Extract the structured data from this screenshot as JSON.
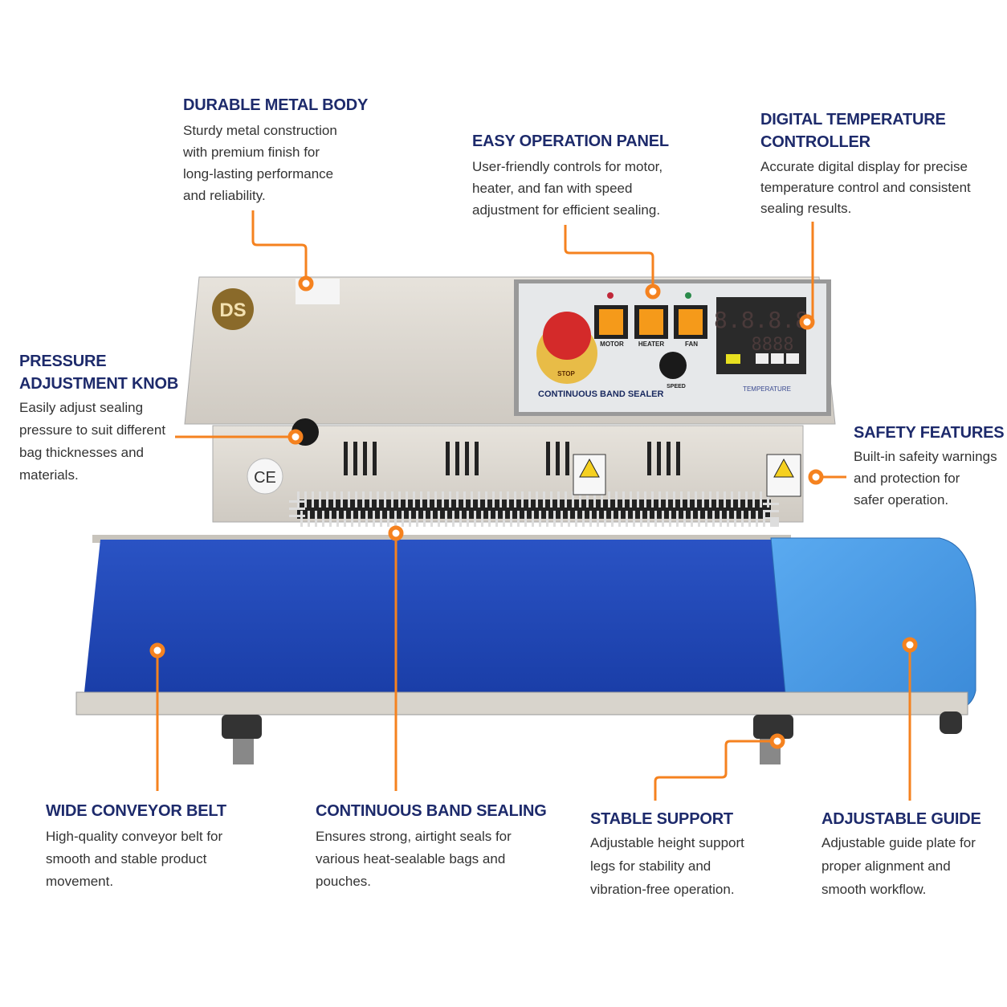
{
  "callouts": {
    "durable": {
      "title": "DURABLE METAL BODY",
      "lines": [
        "Sturdy metal construction",
        "with premium finish for",
        "long-lasting performance",
        "and reliability."
      ]
    },
    "panel": {
      "title": "EASY OPERATION PANEL",
      "lines": [
        "User-friendly controls for motor,",
        "heater, and fan with speed",
        "adjustment for efficient sealing."
      ]
    },
    "digital": {
      "title_lines": [
        "DIGITAL TEMPERATURE",
        "CONTROLLER"
      ],
      "lines": [
        "Accurate digital display for precise",
        "temperature control and consistent",
        "sealing results."
      ]
    },
    "pressure": {
      "title_lines": [
        "PRESSURE",
        "ADJUSTMENT KNOB"
      ],
      "lines": [
        "Easily adjust sealing",
        "pressure to suit different",
        "bag thicknesses and",
        "materials."
      ]
    },
    "safety": {
      "title": "SAFETY FEATURES",
      "lines": [
        "Built-in safeity warnings",
        "and protection for",
        "safer operation."
      ]
    },
    "belt": {
      "title": "WIDE CONVEYOR BELT",
      "lines": [
        "High-quality conveyor belt for",
        "smooth and stable product",
        "movement."
      ]
    },
    "sealing": {
      "title": "CONTINUOUS BAND SEALING",
      "lines": [
        "Ensures strong, airtight seals for",
        "various heat-sealable bags and",
        "pouches."
      ]
    },
    "support": {
      "title": "STABLE SUPPORT",
      "lines": [
        "Adjustable height support",
        "legs for stability and",
        "vibration-free operation."
      ]
    },
    "guide": {
      "title": "ADJUSTABLE GUIDE",
      "lines": [
        "Adjustable guide plate for",
        "proper alignment and",
        "smooth workflow."
      ]
    }
  },
  "machine": {
    "logo": "DS",
    "panel_title": "CONTINUOUS BAND SEALER",
    "switches": [
      "MOTOR",
      "HEATER",
      "FAN"
    ],
    "stop_label": "STOP",
    "speed_label": "SPEED",
    "temperature_label": "TEMPERATURE",
    "display_top": "8.8.8.8",
    "display_bottom": "8888",
    "ce_mark": "CE"
  },
  "colors": {
    "heading": "#1d2a6b",
    "accent": "#f5821f",
    "belt": "#1f47b8",
    "guide": "#4a9be0"
  }
}
